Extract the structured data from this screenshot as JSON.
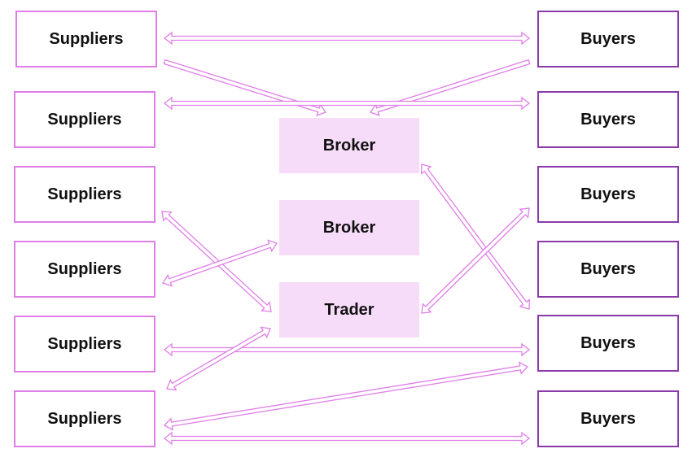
{
  "colors": {
    "supplier_border": "#e07ee8",
    "buyer_border": "#8a3aa8",
    "middle_fill": "#f6dcf8",
    "arrow": "#e07ee8"
  },
  "suppliers": [
    "Suppliers",
    "Suppliers",
    "Suppliers",
    "Suppliers",
    "Suppliers",
    "Suppliers"
  ],
  "buyers": [
    "Buyers",
    "Buyers",
    "Buyers",
    "Buyers",
    "Buyers",
    "Buyers"
  ],
  "middle": [
    "Broker",
    "Broker",
    "Trader"
  ]
}
